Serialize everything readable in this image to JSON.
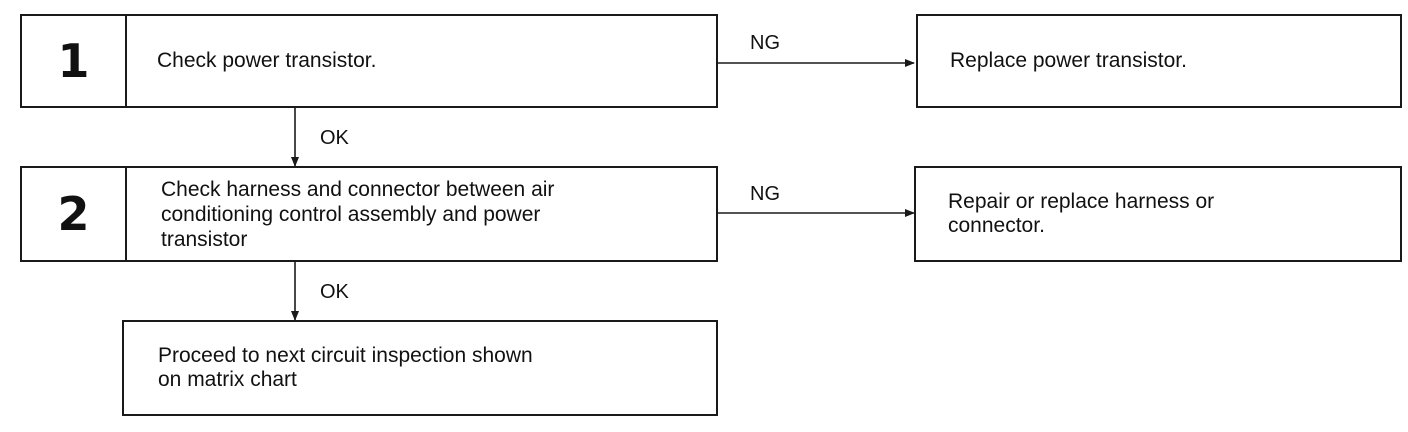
{
  "steps": [
    {
      "number": "1",
      "text": "Check power transistor.",
      "ng_label": "NG",
      "ng_action": "Replace power transistor.",
      "ok_label": "OK"
    },
    {
      "number": "2",
      "text_lines": [
        "Check harness and connector between air",
        "conditioning control assembly and power",
        "transistor"
      ],
      "ng_label": "NG",
      "ng_action_lines": [
        "Repair or replace harness or",
        "connector."
      ],
      "ok_label": "OK"
    }
  ],
  "final": {
    "text_lines": [
      "Proceed to next circuit inspection shown",
      "on matrix chart"
    ]
  },
  "colors": {
    "line": "#1a1a1a",
    "background": "#ffffff",
    "text": "#111111"
  }
}
